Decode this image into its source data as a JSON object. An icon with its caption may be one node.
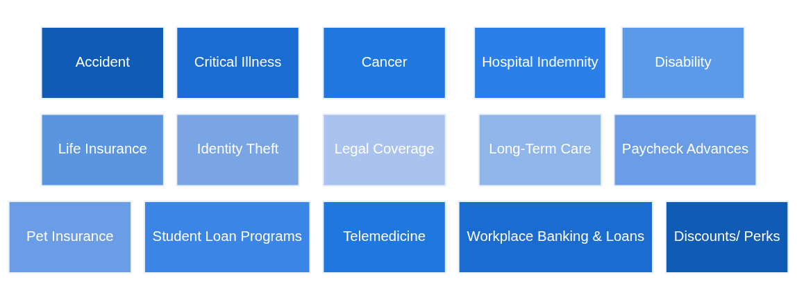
{
  "diagram": {
    "nodes": [
      {
        "text": [
          "Accident"
        ]
      },
      {
        "text": [
          "Critical Illness"
        ]
      },
      {
        "text": [
          "Cancer"
        ]
      },
      {
        "text": [
          "Hospital Indemnity"
        ]
      },
      {
        "text": [
          "Disability"
        ]
      },
      {
        "text": [
          "Life Insurance"
        ]
      },
      {
        "text": [
          "Identity Theft"
        ]
      },
      {
        "text": [
          "Legal Coverage"
        ]
      },
      {
        "text": [
          "Long-Term Care"
        ]
      },
      {
        "text": [
          "Paycheck Advances"
        ]
      },
      {
        "text": [
          "Pet Insurance"
        ]
      },
      {
        "text": [
          "Student Loan Programs"
        ]
      },
      {
        "text": [
          "Telemedicine"
        ]
      },
      {
        "text": [
          "Workplace Banking & Loans"
        ]
      },
      {
        "text": [
          "Discounts/ Perks"
        ]
      }
    ]
  }
}
